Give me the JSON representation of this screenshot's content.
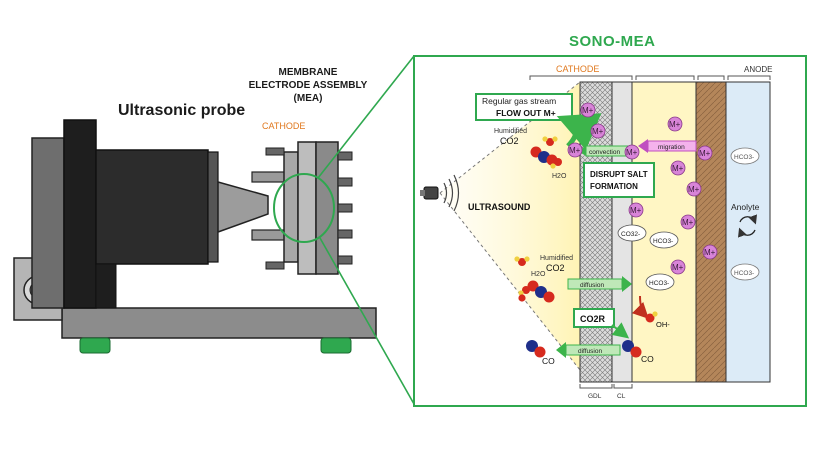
{
  "title": "SONO-MEA",
  "left": {
    "probe_label": "Ultrasonic probe",
    "mea_label": "MEMBRANE ELECTRODE ASSEMBLY (MEA)",
    "cathode_label": "CATHODE"
  },
  "panel": {
    "cathode_label": "CATHODE",
    "anode_label": "ANODE",
    "gas_stream_line1": "Regular gas stream",
    "gas_stream_line2": "FLOW OUT M+",
    "humidified": "Humidified",
    "co2": "CO2",
    "h2o": "H2O",
    "convection": "convection",
    "migration": "migration",
    "disrupt_line1": "DISRUPT SALT",
    "disrupt_line2": "FORMATION",
    "ultrasound": "ULTRASOUND",
    "cation": "M+",
    "carbonate": "CO32-",
    "bicarbonate": "HCO3-",
    "anolyte": "Anolyte",
    "diffusion": "diffusion",
    "co2r": "CO2R",
    "oh": "OH-",
    "co": "CO",
    "gdl": "GDL",
    "cl": "CL"
  },
  "colors": {
    "accent_green": "#2fa84f",
    "cathode_orange": "#e0781e",
    "cation_pink": "#d884d8",
    "membrane_brown": "#b4865a",
    "anolyte_blue": "#dcebf7",
    "catalyst_yellow": "#fff6c4"
  }
}
